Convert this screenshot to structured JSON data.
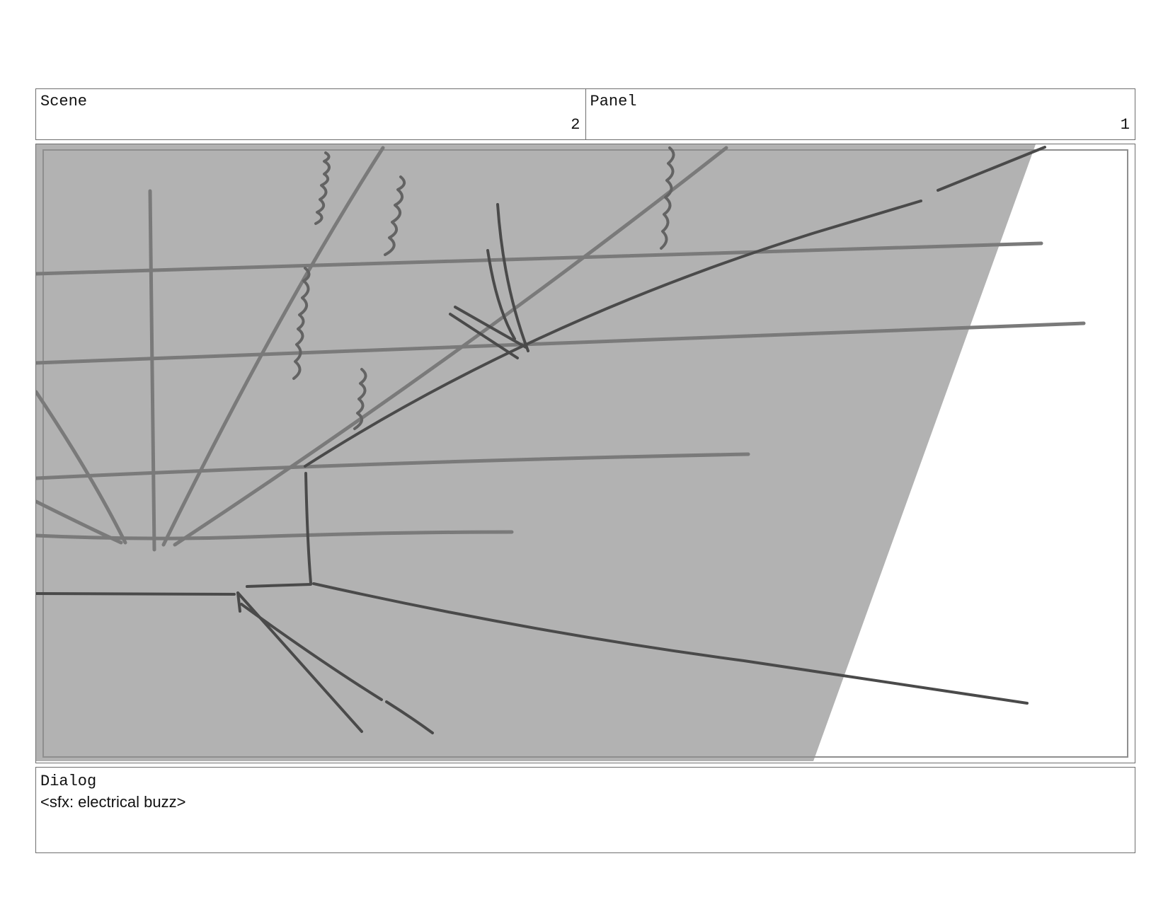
{
  "scene": {
    "label": "Scene",
    "value": "2"
  },
  "panel": {
    "label": "Panel",
    "value": "1"
  },
  "dialog": {
    "label": "Dialog",
    "text": "<sfx: electrical buzz>"
  },
  "colors": {
    "sketch_fill": "#b2b2b2",
    "light_stroke": "#7a7a7a",
    "dark_stroke": "#4a4a4a",
    "border": "#6e6e6e"
  }
}
